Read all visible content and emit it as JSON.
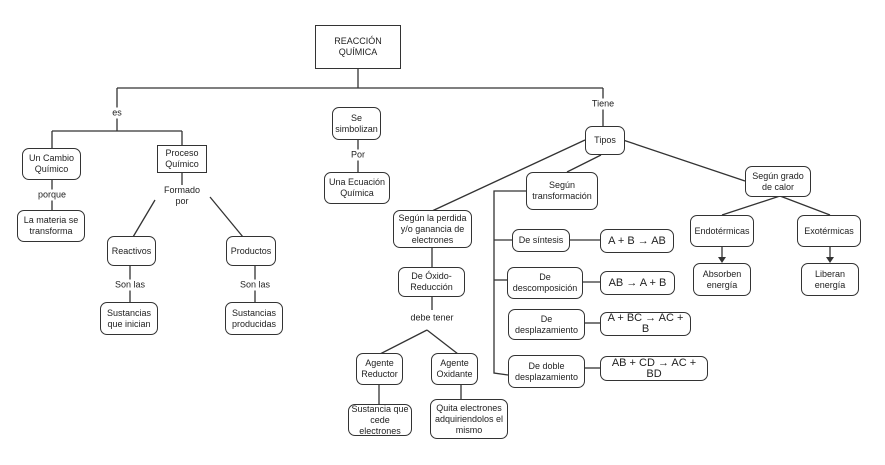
{
  "diagram": {
    "root": "REACCIÓN QUÍMICA",
    "nodes": {
      "reaccion": "REACCIÓN QUÍMICA",
      "cambio": "Un Cambio Químico",
      "materia": "La materia se transforma",
      "proceso": "Proceso Químico",
      "reactivos": "Reactivos",
      "productos": "Productos",
      "sust_inician": "Sustancias que inician",
      "sust_producidas": "Sustancias producidas",
      "simbolizan": "Se simbolizan",
      "ecuacion": "Una Ecuación Química",
      "tipos": "Tipos",
      "perdida": "Según la perdida y/o ganancia de electrones",
      "oxido": "De Óxido-Reducción",
      "reductor": "Agente Reductor",
      "oxidante": "Agente Oxidante",
      "cede": "Sustancia que cede electrones",
      "quita": "Quita electrones adquiriendolos el mismo",
      "transformacion": "Según transformación",
      "sintesis": "De síntesis",
      "descomposicion": "De descomposición",
      "desplazamiento": "De desplazamiento",
      "doble": "De doble desplazamiento",
      "eq_sintesis": "A + B → AB",
      "eq_descomposicion": "AB → A + B",
      "eq_desplazamiento": "A + BC → AC + B",
      "eq_doble": "AB + CD → AC + BD",
      "calor": "Según grado de calor",
      "endo": "Endotérmicas",
      "exo": "Exotérmicas",
      "absorben": "Absorben energía",
      "liberan": "Liberan energía"
    },
    "link_labels": {
      "es": "es",
      "porque": "porque",
      "formado": "Formado por",
      "son1": "Son las",
      "son2": "Son las",
      "por": "Por",
      "tiene": "Tiene",
      "debe": "debe tener"
    },
    "colors": {
      "line": "#333333",
      "border": "#333333",
      "text": "#222222",
      "background": "#ffffff"
    }
  }
}
